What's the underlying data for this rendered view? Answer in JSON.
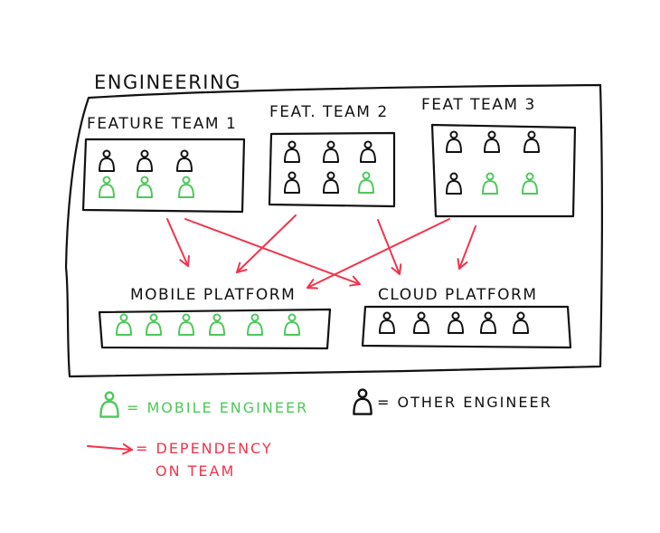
{
  "diagram": {
    "title": "ENGINEERING",
    "teams": {
      "feature_team_1": "FEATURE TEAM 1",
      "feat_team_2": "FEAT. TEAM 2",
      "feat_team_3": "FEAT TEAM 3"
    },
    "platforms": {
      "mobile": "MOBILE PLATFORM",
      "cloud": "CLOUD PLATFORM"
    },
    "legend": {
      "mobile_engineer": "= MOBILE ENGINEER",
      "other_engineer": "= OTHER ENGINEER",
      "dependency_line1": "= DEPENDENCY",
      "dependency_line2": "ON TEAM"
    },
    "colors": {
      "ink": "#111111",
      "mobile": "#4cc95a",
      "dependency": "#f2344b"
    }
  }
}
